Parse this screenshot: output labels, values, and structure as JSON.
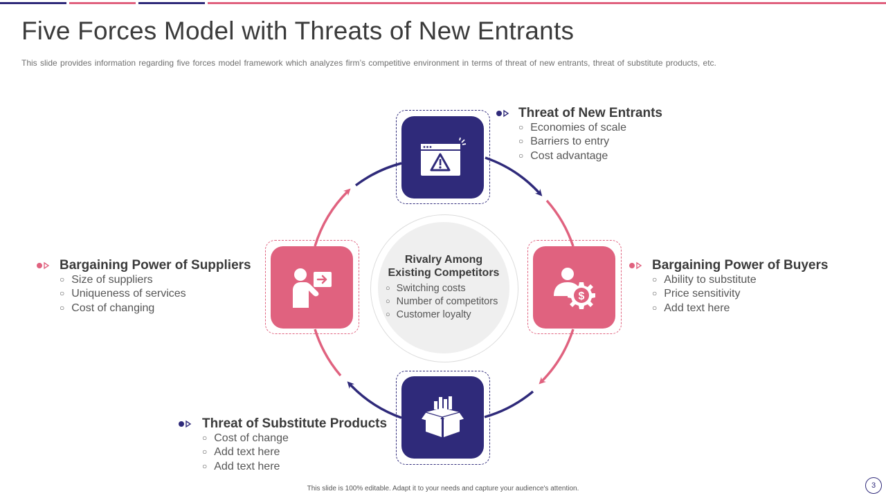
{
  "colors": {
    "navy": "#2f2a7a",
    "pink": "#e0627f",
    "light_gray": "#efefef"
  },
  "header": {
    "title": "Five Forces Model with Threats of New Entrants",
    "subtitle": "This slide provides information regarding five forces model framework which analyzes firm’s competitive environment in terms of threat of new entrants, threat of substitute products, etc."
  },
  "center": {
    "title_line1": "Rivalry Among",
    "title_line2": "Existing Competitors",
    "items": [
      "Switching costs",
      "Number of competitors",
      "Customer loyalty"
    ]
  },
  "forces": {
    "new_entrants": {
      "title": "Threat of New Entrants",
      "items": [
        "Economies of scale",
        "Barriers to entry",
        "Cost advantage"
      ],
      "icon": "browser-warning-icon"
    },
    "buyers": {
      "title": "Bargaining Power of Buyers",
      "items": [
        "Ability to substitute",
        "Price sensitivity",
        "Add text here"
      ],
      "icon": "person-dollar-gear-icon"
    },
    "substitutes": {
      "title": "Threat of Substitute Products",
      "items": [
        "Cost of change",
        "Add text here",
        "Add text here"
      ],
      "icon": "open-box-chart-icon"
    },
    "suppliers": {
      "title": "Bargaining Power of Suppliers",
      "items": [
        "Size of suppliers",
        "Uniqueness of services",
        "Cost of changing"
      ],
      "icon": "person-presenting-arrow-icon"
    }
  },
  "footer": {
    "note": "This slide is 100% editable. Adapt it to your needs and capture your audience's attention."
  },
  "page_number": "3"
}
